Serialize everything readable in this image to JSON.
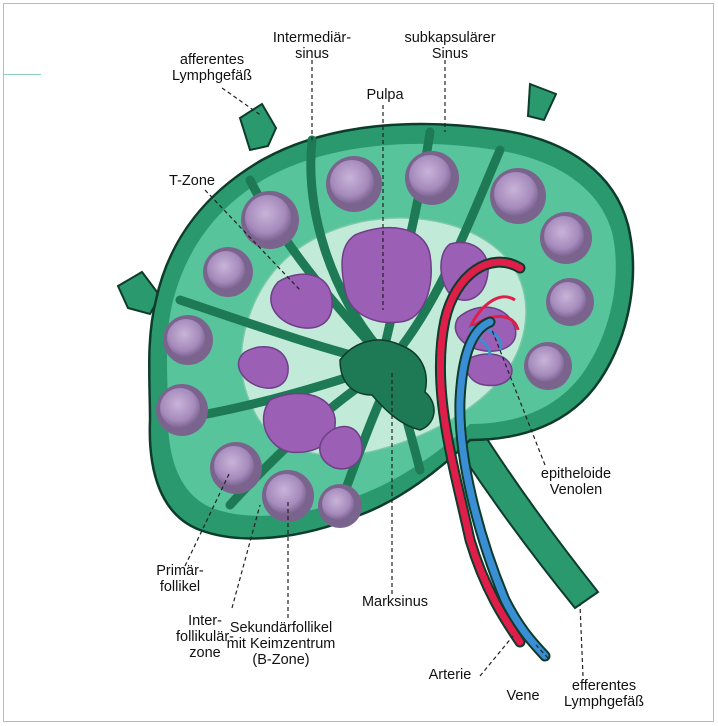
{
  "labels": {
    "afferent": "afferentes\nLymphgefäß",
    "intermediate_sinus": "Intermediär-\nsinus",
    "subcapsular_sinus": "subkapsulärer\nSinus",
    "pulpa": "Pulpa",
    "t_zone": "T-Zone",
    "primary_follicle": "Primär-\nfollikel",
    "interfollicular_zone": "Inter-\nfollikulär-\nzone",
    "secondary_follicle": "Sekundärfollikel\nmit Keimzentrum\n(B-Zone)",
    "medullary_sinus": "Marksinus",
    "epithelioid_venules": "epitheloide\nVenolen",
    "artery": "Arterie",
    "vein": "Vene",
    "efferent": "efferentes\nLymphgefäß"
  },
  "colors": {
    "sinus_green": "#1f8f63",
    "tissue_green": "#3fbf93",
    "cortex_green": "#5fcaa4",
    "paracortex": "#bfe8dc",
    "follicle": "#8a6fa0",
    "follicle_center": "#b39ac8",
    "pulpa_purple": "#9b5fb5",
    "artery_red": "#e01e4a",
    "vein_blue": "#3a8fd4",
    "outline": "#0d3b2c"
  }
}
